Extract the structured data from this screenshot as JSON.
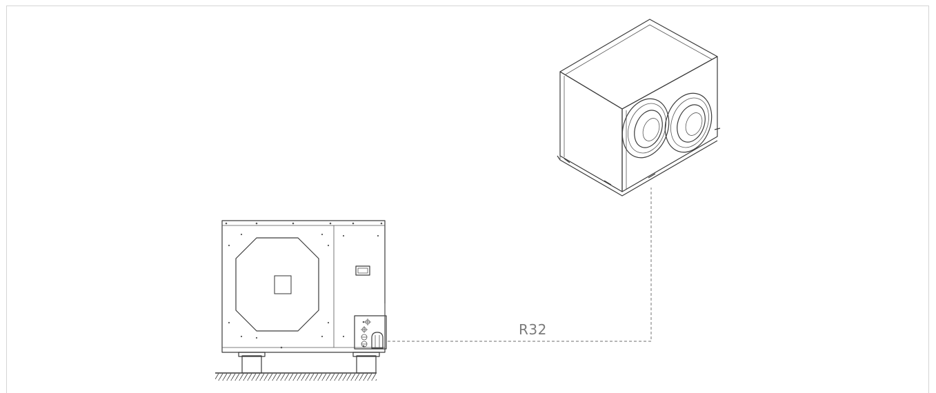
{
  "diagram": {
    "refrigerant_label": "R32",
    "components": [
      "outdoor-unit",
      "indoor-unit",
      "refrigerant-line",
      "ground"
    ]
  }
}
